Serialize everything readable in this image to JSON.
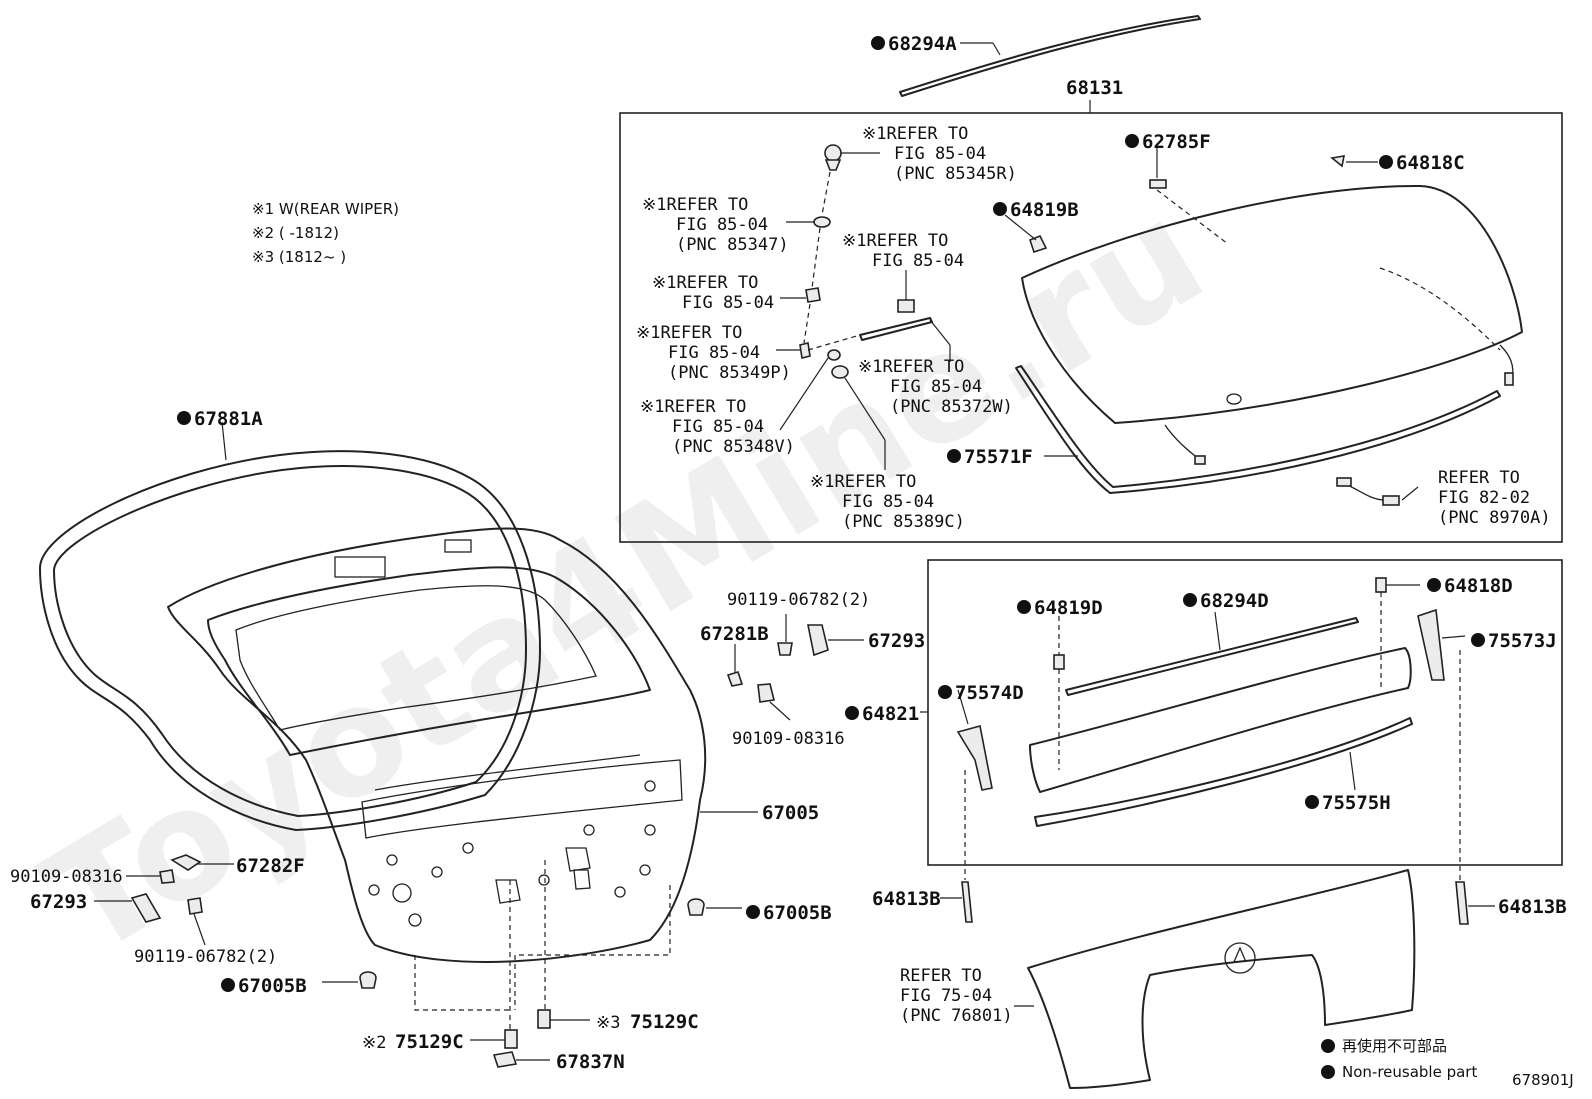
{
  "watermark": "Toyota4Mine.ru",
  "notes": [
    "※1 W(REAR WIPER)",
    "※2 (      -1812)",
    "※3 (1812~      )"
  ],
  "legend": {
    "jp": "再使用不可部品",
    "en": "Non-reusable part"
  },
  "figure_code": "678901J",
  "parts": {
    "p68294A": "68294A",
    "p68131": "68131",
    "p62785F": "62785F",
    "p64818C": "64818C",
    "p64819B": "64819B",
    "p75571F": "75571F",
    "p67881A": "67881A",
    "p90119_top": "90119-06782(2)",
    "p67281B": "67281B",
    "p67293_top": "67293",
    "p90109_mid": "90109-08316",
    "p67005": "67005",
    "p90109_left": "90109-08316",
    "p67282F": "67282F",
    "p67293_left": "67293",
    "p90119_left": "90119-06782(2)",
    "p67005B_right": "67005B",
    "p67005B_left": "67005B",
    "p75129C_left": "75129C",
    "p75129C_right": "75129C",
    "p67837N": "67837N",
    "p64819D": "64819D",
    "p68294D": "68294D",
    "p64818D": "64818D",
    "p75573J": "75573J",
    "p75574D": "75574D",
    "p64821": "64821",
    "p75575H": "75575H",
    "p64813B_left": "64813B",
    "p64813B_right": "64813B"
  },
  "marks": {
    "m2": "※2",
    "m3": "※3"
  },
  "refs": {
    "r1": [
      "※1REFER TO",
      "FIG 85-04",
      "(PNC 85345R)"
    ],
    "r2": [
      "※1REFER TO",
      "FIG 85-04",
      "(PNC 85347)"
    ],
    "r3": [
      "※1REFER TO",
      "FIG 85-04"
    ],
    "r4": [
      "※1REFER TO",
      "FIG 85-04"
    ],
    "r5": [
      "※1REFER TO",
      "FIG 85-04",
      "(PNC 85349P)"
    ],
    "r6": [
      "※1REFER TO",
      "FIG 85-04",
      "(PNC 85372W)"
    ],
    "r7": [
      "※1REFER TO",
      "FIG 85-04",
      "(PNC 85348V)"
    ],
    "r8": [
      "※1REFER TO",
      "FIG 85-04",
      "(PNC 85389C)"
    ],
    "r9": [
      "REFER TO",
      "FIG 82-02",
      "(PNC 8970A)"
    ],
    "r10": [
      "REFER TO",
      "FIG 75-04",
      "(PNC 76801)"
    ]
  }
}
